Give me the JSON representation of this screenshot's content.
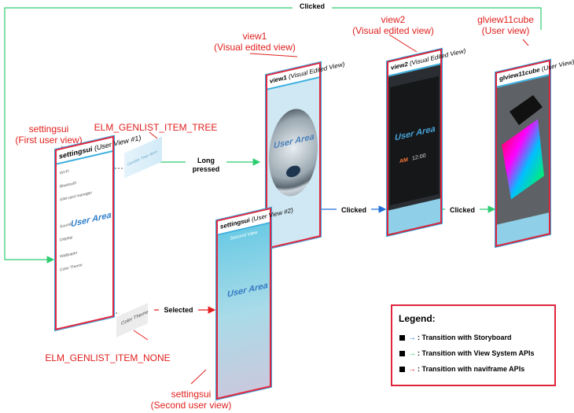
{
  "top_label": "Clicked",
  "view1": {
    "label_line1": "view1",
    "label_line2": "(Visual edited view)",
    "title_bold": "view1",
    "title_rest": " (Visual Edited View)",
    "user_area": "User Area"
  },
  "view2": {
    "label_line1": "view2",
    "label_line2": "(Visual edited view)",
    "title_bold": "view2",
    "title_rest": " (Visual Edited View)",
    "user_area": "User Area",
    "time_text": "12:00",
    "am_text": "AM"
  },
  "glview": {
    "label_line1": "glview11cube",
    "label_line2": "(User view)",
    "title_bold": "glview11cube",
    "title_rest": " (User View)"
  },
  "settingsui1": {
    "label_line1": "settingsui",
    "label_line2": "(First user view)",
    "title_bold": "settingsui",
    "title_rest": " (User View #1)",
    "user_area": "User Area",
    "list_items": [
      "Wi-Fi",
      "Bluetooth",
      "SIM card manager",
      "Sound",
      "Display",
      "Wallpaper",
      "Color Theme"
    ]
  },
  "settingsui2": {
    "label_line1": "settingsui",
    "label_line2": "(Second user view)",
    "title_bold": "settingsui",
    "title_rest": " (User View #2)",
    "header": "Second View",
    "user_area": "User Area"
  },
  "callout_tree": "ELM_GENLIST_ITEM_TREE",
  "callout_none": "ELM_GENLIST_ITEM_NONE",
  "tree_item_text": "Genlist Tree Item",
  "color_theme_text": "Color Theme",
  "long_pressed": [
    "Long",
    "pressed"
  ],
  "clicked_mid": "Clicked",
  "clicked_right": "Clicked",
  "selected": "Selected",
  "legend": {
    "title": "Legend:",
    "rows": [
      {
        "arrow": "→",
        "color": "#1e6fd9",
        "text": ": Transition with Storyboard"
      },
      {
        "arrow": "→",
        "color": "#2ecc71",
        "text": ": Transition with View System APIs"
      },
      {
        "arrow": "→",
        "color": "#e0201e",
        "text": ": Transition with naviframe APIs"
      }
    ]
  },
  "colors": {
    "blue": "#1e6fd9",
    "green": "#2ecc71",
    "red": "#e0201e",
    "frame_border": "#3aaede",
    "panel_border": "#e0243c"
  }
}
